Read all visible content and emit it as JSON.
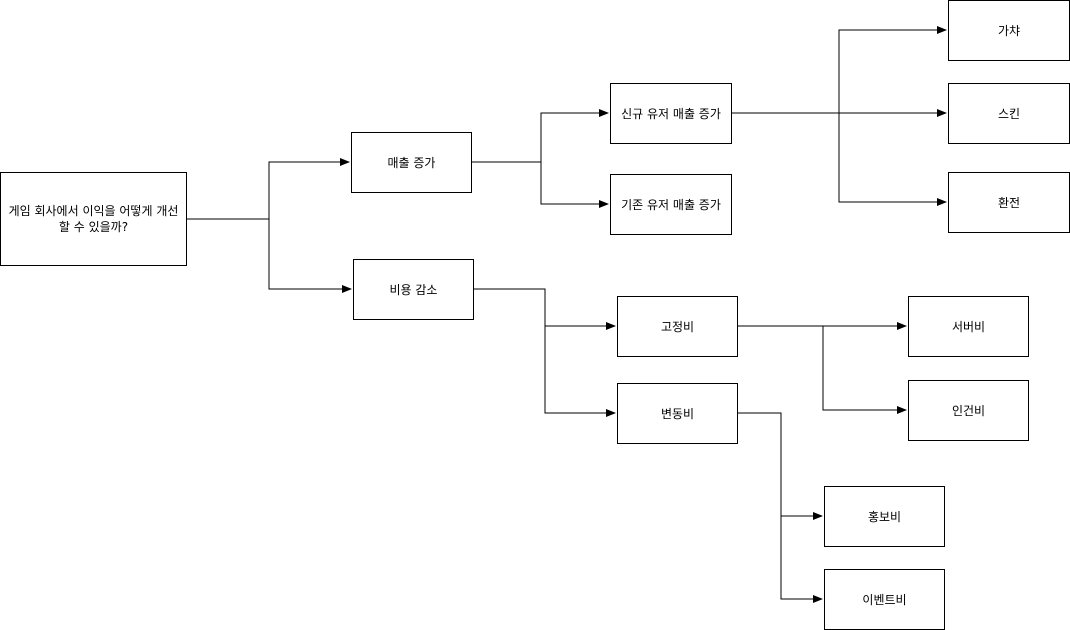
{
  "diagram": {
    "nodes": {
      "root": "게임 회사에서 이익을 어떻게 개선할 수 있을까?",
      "revenue": "매출 증가",
      "cost": "비용 감소",
      "new_user_revenue": "신규 유저 매출 증가",
      "existing_user_revenue": "기존 유저 매출 증가",
      "gacha": "가챠",
      "skin": "스킨",
      "exchange": "환전",
      "fixed_cost": "고정비",
      "variable_cost": "변동비",
      "server_cost": "서버비",
      "labor_cost": "인건비",
      "promo_cost": "홍보비",
      "event_cost": "이벤트비"
    },
    "edges": [
      {
        "from": "root",
        "to": "revenue"
      },
      {
        "from": "root",
        "to": "cost"
      },
      {
        "from": "revenue",
        "to": "new_user_revenue"
      },
      {
        "from": "revenue",
        "to": "existing_user_revenue"
      },
      {
        "from": "new_user_revenue",
        "to": "gacha"
      },
      {
        "from": "new_user_revenue",
        "to": "skin"
      },
      {
        "from": "new_user_revenue",
        "to": "exchange"
      },
      {
        "from": "cost",
        "to": "fixed_cost"
      },
      {
        "from": "cost",
        "to": "variable_cost"
      },
      {
        "from": "fixed_cost",
        "to": "server_cost"
      },
      {
        "from": "fixed_cost",
        "to": "labor_cost"
      },
      {
        "from": "variable_cost",
        "to": "promo_cost"
      },
      {
        "from": "variable_cost",
        "to": "event_cost"
      }
    ]
  }
}
